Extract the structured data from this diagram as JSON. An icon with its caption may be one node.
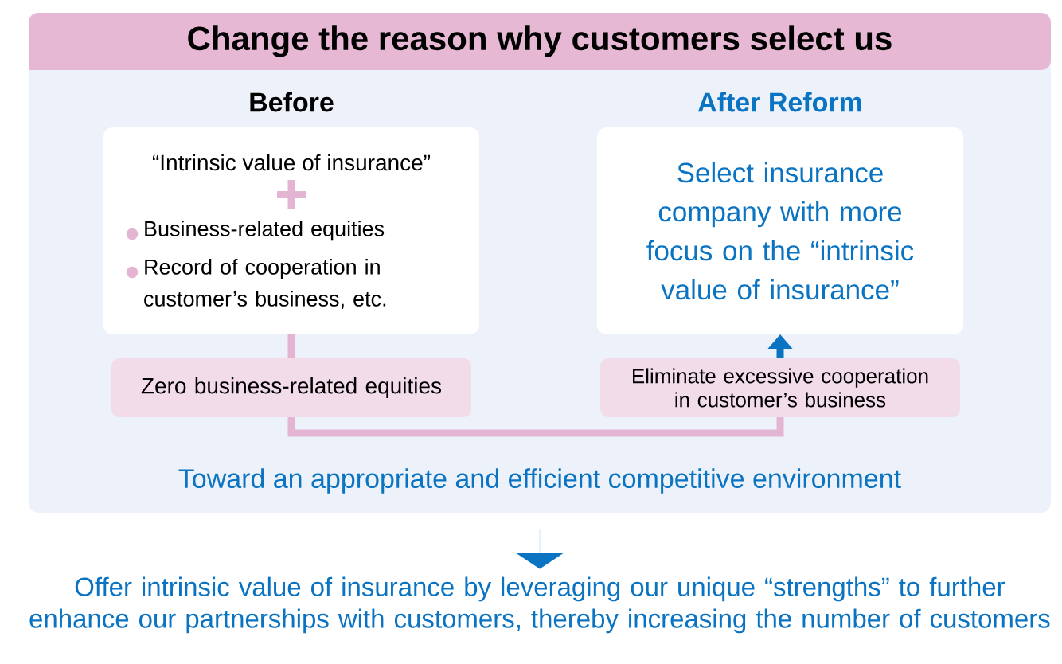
{
  "diagram": {
    "nodes": [
      {
        "text": [
          "Change the reason why customers select us",
          "Toward an appropriate and efficient competitive environment"
        ]
      },
      {
        "text": [
          "Before",
          "“Intrinsic value of insurance”",
          "Business-related equities",
          "Record of cooperation in customer’s business, etc."
        ],
        "in": 0
      },
      {
        "text": [
          "After Reform",
          "Select insurance company with more focus on the “intrinsic value of insurance”"
        ],
        "in": 0
      },
      {
        "text": [
          "Zero business-related equities"
        ],
        "in": 0
      },
      {
        "text": [
          "Eliminate excessive cooperation in customer’s business"
        ],
        "in": 0
      },
      {
        "text": [
          "Offer intrinsic value of insurance by leveraging our unique “strengths” to further enhance our partnerships with customers, thereby increasing the number of customers"
        ]
      }
    ],
    "edges": [
      {
        "from": 1,
        "to": 3,
        "arrow": "none",
        "color": "#e3b5d3"
      },
      {
        "from": 3,
        "to": 4,
        "arrow": "none",
        "color": "#e3b5d3"
      },
      {
        "from": 4,
        "to": 2,
        "arrow": "to",
        "color": "#0a73c2"
      },
      {
        "from": 0,
        "to": 5,
        "arrow": "to",
        "color": "#0a73c2"
      }
    ]
  }
}
